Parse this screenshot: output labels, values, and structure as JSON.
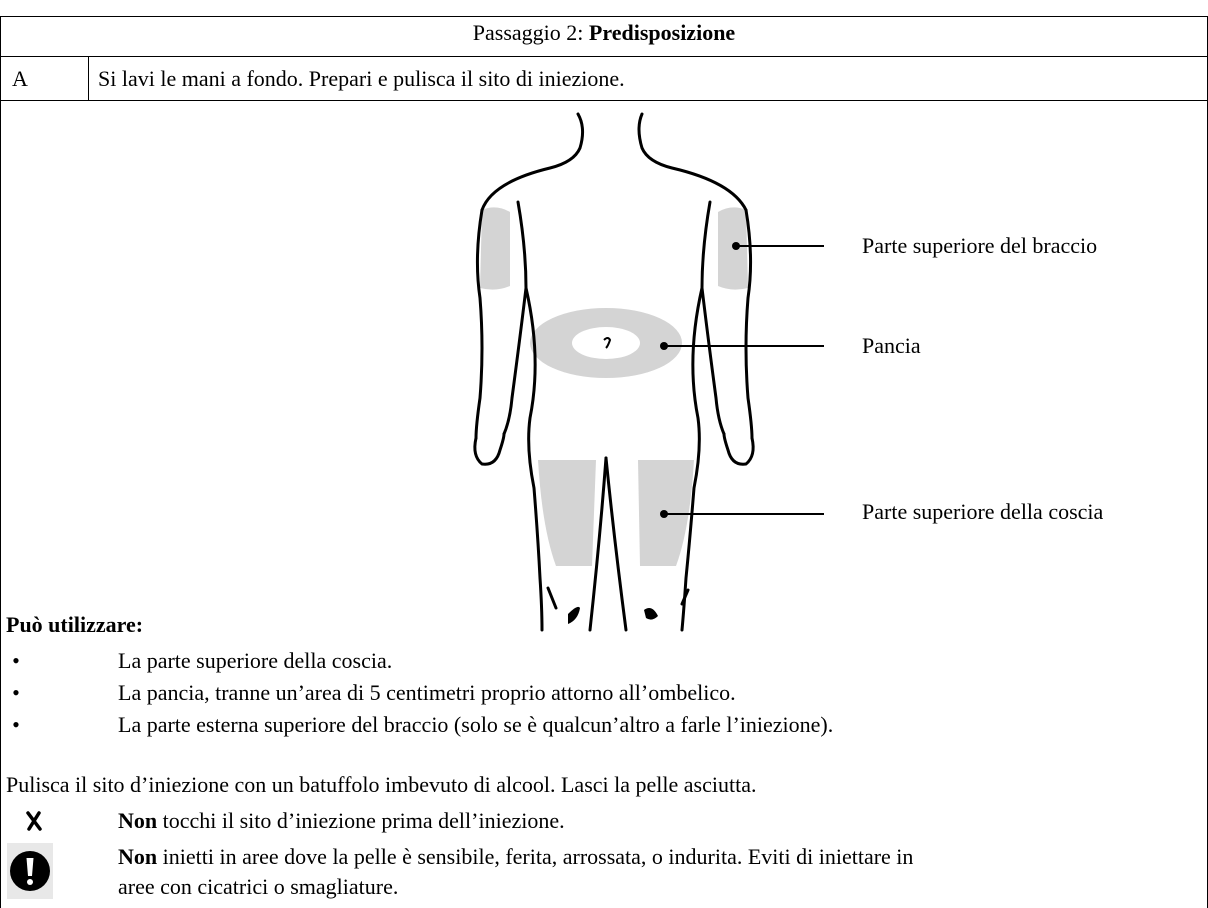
{
  "header": {
    "prefix": "Passaggio 2: ",
    "title_bold": "Predisposizione"
  },
  "step": {
    "letter": "A",
    "text": "Si lavi le mani a fondo. Prepari e pulisca il sito di iniezione."
  },
  "diagram": {
    "labels": {
      "arm": "Parte superiore del braccio",
      "belly": "Pancia",
      "thigh": "Parte superiore della coscia"
    }
  },
  "usage": {
    "heading": "Può utilizzare:",
    "bullet_char": "•",
    "items": [
      "La parte superiore della coscia.",
      "La pancia, tranne un’area di 5 centimetri proprio attorno all’ombelico.",
      "La parte esterna superiore del braccio (solo se è qualcun’altro a farle l’iniezione)."
    ]
  },
  "instruction": "Pulisca il sito d’iniezione con un batuffolo imbevuto di alcool. Lasci la pelle asciutta.",
  "warnings": {
    "do_not_touch": {
      "bold": "Non",
      "rest": " tocchi il sito d’iniezione prima dell’iniezione.",
      "icon": "x-mark-icon"
    },
    "caution": {
      "bold": "Non",
      "rest_line1": " inietti in aree dove la pelle è sensibile, ferita, arrossata, o indurita. Eviti di iniettare in",
      "line2": "aree con cicatrici o smagliature.",
      "icon": "exclamation-icon"
    }
  },
  "colors": {
    "injection_zone": "#d4d4d4",
    "line": "#000000"
  }
}
